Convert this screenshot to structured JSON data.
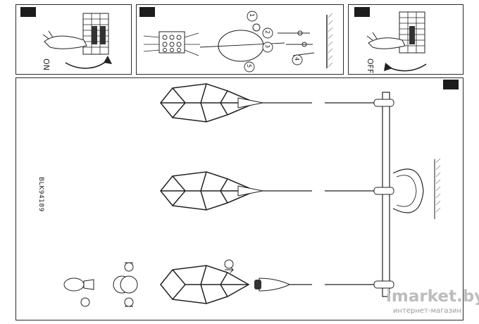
{
  "panels": {
    "top_left": {
      "label": "ON"
    },
    "top_right": {
      "label": "OFF"
    },
    "main": {
      "model_code": "BLK94189"
    }
  },
  "step_numbers": [
    "1",
    "2",
    "3",
    "4",
    "5"
  ],
  "watermark": {
    "brand": "imarket.by",
    "subtitle": "интернет-магазин"
  }
}
